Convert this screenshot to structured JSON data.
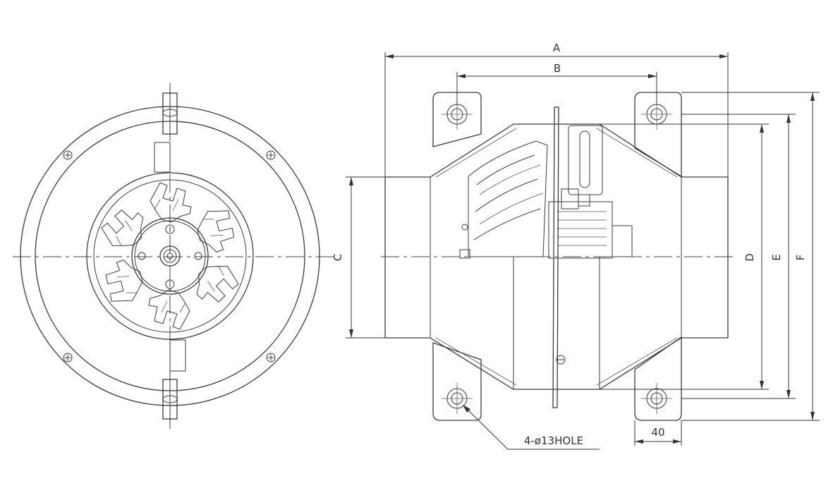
{
  "diagram": {
    "dimension_labels": {
      "a": "A",
      "b": "B",
      "c": "C",
      "d": "D",
      "e": "E",
      "f": "F",
      "foot_width": "40"
    },
    "callouts": {
      "holes": "4-ø13HOLE"
    }
  }
}
